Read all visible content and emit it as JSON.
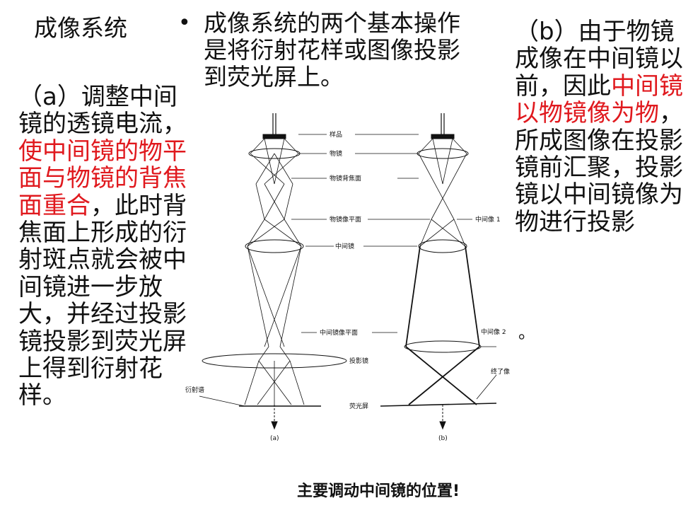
{
  "title": "成像系统",
  "bullet": "成像系统的两个基本操作是将衍射花样或图像投影到荧光屏上。",
  "left_text": {
    "part1": "（a）调整中间镜的透镜电流，",
    "highlight": "使中间镜的物平面与物镜的背焦面重合",
    "part2": "，此时背焦面上形成的衍射斑点就会被中间镜进一步放大，并经过投影镜投影到荧光屏上得到衍射花样。"
  },
  "right_text": {
    "part1": "（b）由于物镜成像在中间镜以前，因此",
    "highlight": "中间镜以物镜像为物",
    "part2": "，所成图像在投影镜前汇聚，投影镜以中间镜像为物进行投影"
  },
  "trailing_period": "。",
  "diagram": {
    "labels": {
      "sample": "样品",
      "objective": "物镜",
      "back_focal": "物镜背焦面",
      "obj_image_plane": "物镜像平面",
      "intermediate_lens": "中间镜",
      "inter_image_plane": "中间镜像平面",
      "projector": "投影镜",
      "screen": "荧光屏",
      "diffraction_pattern": "衍射谱",
      "intermediate_image_1": "中间像 1",
      "intermediate_image_2": "中间像 2",
      "final_image": "终了像",
      "sub_a": "(a)",
      "sub_b": "(b)"
    }
  },
  "caption": "主要调动中间镜的位置!"
}
